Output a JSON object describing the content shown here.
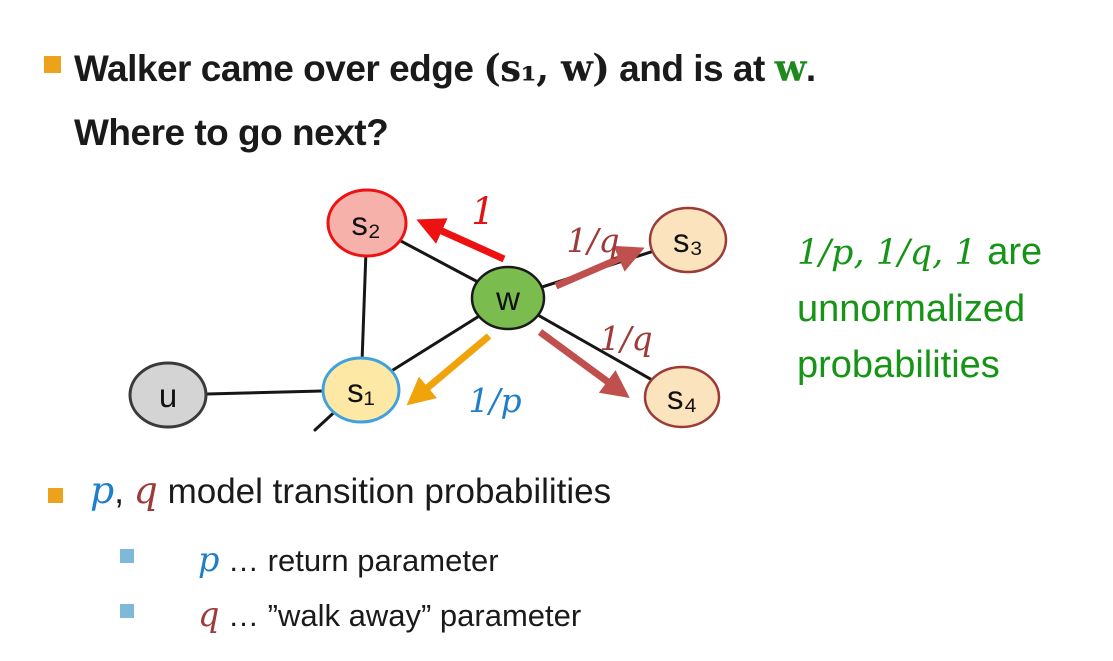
{
  "slide": {
    "title": {
      "pre": "Walker came over edge ",
      "math": "(s₁, w)",
      "mid": " and is at ",
      "highlight": "w",
      "period": ".",
      "line2": "Where to go next?"
    },
    "graph": {
      "node_labels": {
        "s2": "s₂",
        "s3": "s₃",
        "w": "w",
        "s1": "s₁",
        "s4": "s₄",
        "u": "u"
      },
      "arrow_labels": {
        "to_s2": "1",
        "to_s3": "1/q",
        "to_s4": "1/q",
        "to_s1": "1/p"
      }
    },
    "note": {
      "math": "1/p, 1/q, 1",
      "rest": " are",
      "line2": "unnormalized",
      "line3": "probabilities"
    },
    "bullets": {
      "main": {
        "p": "p",
        "sep": ", ",
        "q": "q",
        "rest": " model transition probabilities"
      },
      "sub1": {
        "var": "p",
        "rest": " … return parameter"
      },
      "sub2": {
        "var": "q",
        "rest": " … ”walk away” parameter"
      }
    },
    "colors": {
      "title_text": "#1A1A1A",
      "bullet_orange": "#ECA31B",
      "bullet_lightblue": "#7FB9DA",
      "var_blue": "#1F7EC9",
      "var_darkred": "#9E3A38",
      "note_green": "#159415",
      "highlight_green": "#1E8A1E",
      "edge_black": "#161616",
      "arrow_red": "#EE1111",
      "arrow_darkred": "#C0504D",
      "arrow_orange": "#F0A30A",
      "label_red": "#E11414",
      "node_s2_fill": "#F5B1AA",
      "node_s2_stroke": "#EE1111",
      "node_w_fill": "#7ABD4E",
      "node_w_stroke": "#1A1A1A",
      "node_s3_fill": "#FBE3BD",
      "node_s3_stroke": "#9C3A36",
      "node_s4_fill": "#FBE3BD",
      "node_s4_stroke": "#9C3A36",
      "node_s1_fill": "#FDE8A5",
      "node_s1_stroke": "#41A1DC",
      "node_u_fill": "#D4D4D4",
      "node_u_stroke": "#3A3A3A"
    }
  }
}
